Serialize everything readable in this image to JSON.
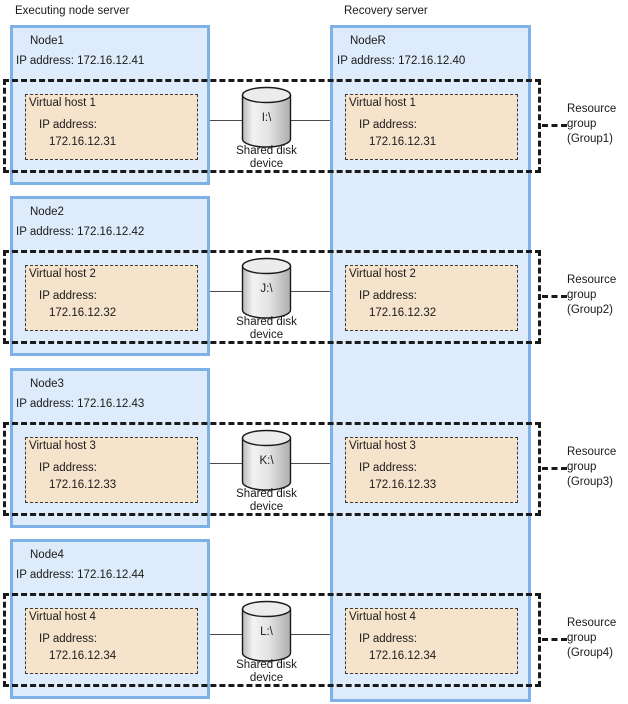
{
  "palette": {
    "node_fill": "#ddebfa",
    "node_border": "#7eb1e8",
    "virtual_host_fill": "#f5e3cc",
    "outline_color": "#1a1a1a"
  },
  "headers": {
    "left": "Executing node server",
    "right": "Recovery server"
  },
  "recovery_node": {
    "title": "NodeR",
    "ip": "IP address: 172.16.12.40"
  },
  "sections": [
    {
      "node": {
        "title": "Node1",
        "ip": "IP address: 172.16.12.41"
      },
      "virtual_host": {
        "title": "Virtual host 1",
        "ip_label": "IP address:",
        "ip": "172.16.12.31"
      },
      "disk": {
        "drive": "I:\\",
        "caption1": "Shared disk",
        "caption2": "device"
      },
      "recovery_virtual_host": {
        "title": "Virtual host 1",
        "ip_label": "IP address:",
        "ip": "172.16.12.31"
      },
      "resource_group": {
        "line1": "Resource",
        "line2": "group",
        "line3": "(Group1)"
      }
    },
    {
      "node": {
        "title": "Node2",
        "ip": "IP address: 172.16.12.42"
      },
      "virtual_host": {
        "title": "Virtual host 2",
        "ip_label": "IP address:",
        "ip": "172.16.12.32"
      },
      "disk": {
        "drive": "J:\\",
        "caption1": "Shared disk",
        "caption2": "device"
      },
      "recovery_virtual_host": {
        "title": "Virtual host 2",
        "ip_label": "IP address:",
        "ip": "172.16.12.32"
      },
      "resource_group": {
        "line1": "Resource",
        "line2": "group",
        "line3": "(Group2)"
      }
    },
    {
      "node": {
        "title": "Node3",
        "ip": "IP address: 172.16.12.43"
      },
      "virtual_host": {
        "title": "Virtual host 3",
        "ip_label": "IP address:",
        "ip": "172.16.12.33"
      },
      "disk": {
        "drive": "K:\\",
        "caption1": "Shared disk",
        "caption2": "device"
      },
      "recovery_virtual_host": {
        "title": "Virtual host 3",
        "ip_label": "IP address:",
        "ip": "172.16.12.33"
      },
      "resource_group": {
        "line1": "Resource",
        "line2": "group",
        "line3": "(Group3)"
      }
    },
    {
      "node": {
        "title": "Node4",
        "ip": "IP address: 172.16.12.44"
      },
      "virtual_host": {
        "title": "Virtual host 4",
        "ip_label": "IP address:",
        "ip": "172.16.12.34"
      },
      "disk": {
        "drive": "L:\\",
        "caption1": "Shared disk",
        "caption2": "device"
      },
      "recovery_virtual_host": {
        "title": "Virtual host 4",
        "ip_label": "IP address:",
        "ip": "172.16.12.34"
      },
      "resource_group": {
        "line1": "Resource",
        "line2": "group",
        "line3": "(Group4)"
      }
    }
  ]
}
